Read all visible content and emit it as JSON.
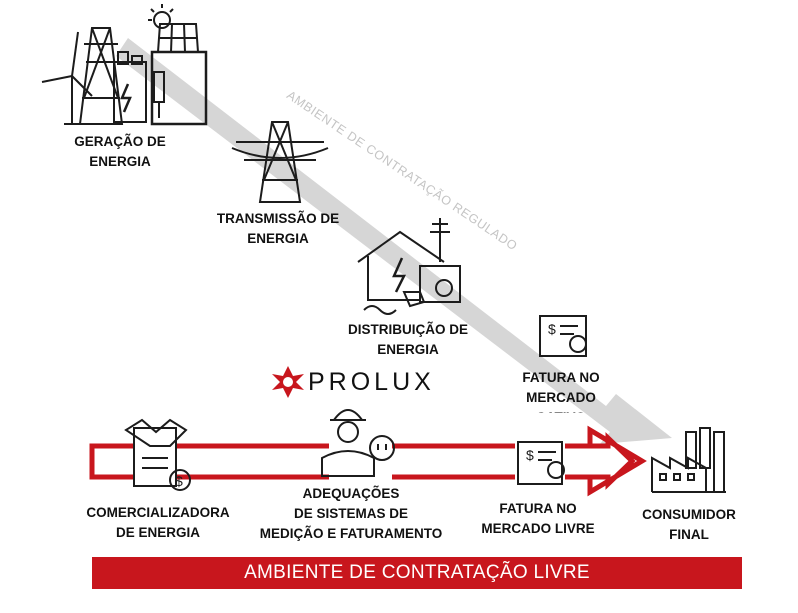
{
  "nodes": {
    "geracao": "GERAÇÃO DE\nENERGIA",
    "transmissao": "TRANSMISSÃO DE\nENERGIA",
    "distribuicao": "DISTRIBUIÇÃO DE\nENERGIA",
    "fatura_cativo": "FATURA NO\nMERCADO\nCATIVO",
    "comercializadora": "COMERCIALIZADORA\nDE ENERGIA",
    "adequacoes": "ADEQUAÇÕES\nDE SISTEMAS DE\nMEDIÇÃO E FATURAMENTO",
    "fatura_livre": "FATURA NO\nMERCADO LIVRE",
    "consumidor": "CONSUMIDOR\nFINAL"
  },
  "regulated_label": "AMBIENTE DE CONTRATAÇÃO REGULADO",
  "brand": "PROLUX",
  "free_banner": "AMBIENTE DE CONTRATAÇÃO LIVRE",
  "colors": {
    "accent_red": "#c8161d",
    "regulated_gray": "#d6d6d6",
    "line_dark": "#1c1c1c"
  },
  "icons": [
    "wind-turbine-icon",
    "power-tower-icon",
    "solar-panel-icon",
    "sun-icon",
    "plant-icon",
    "transmission-tower-icon",
    "house-bolt-icon",
    "socket-plug-icon",
    "invoice-dollar-icon",
    "handshake-contract-icon",
    "worker-helmet-icon",
    "factory-icon"
  ]
}
